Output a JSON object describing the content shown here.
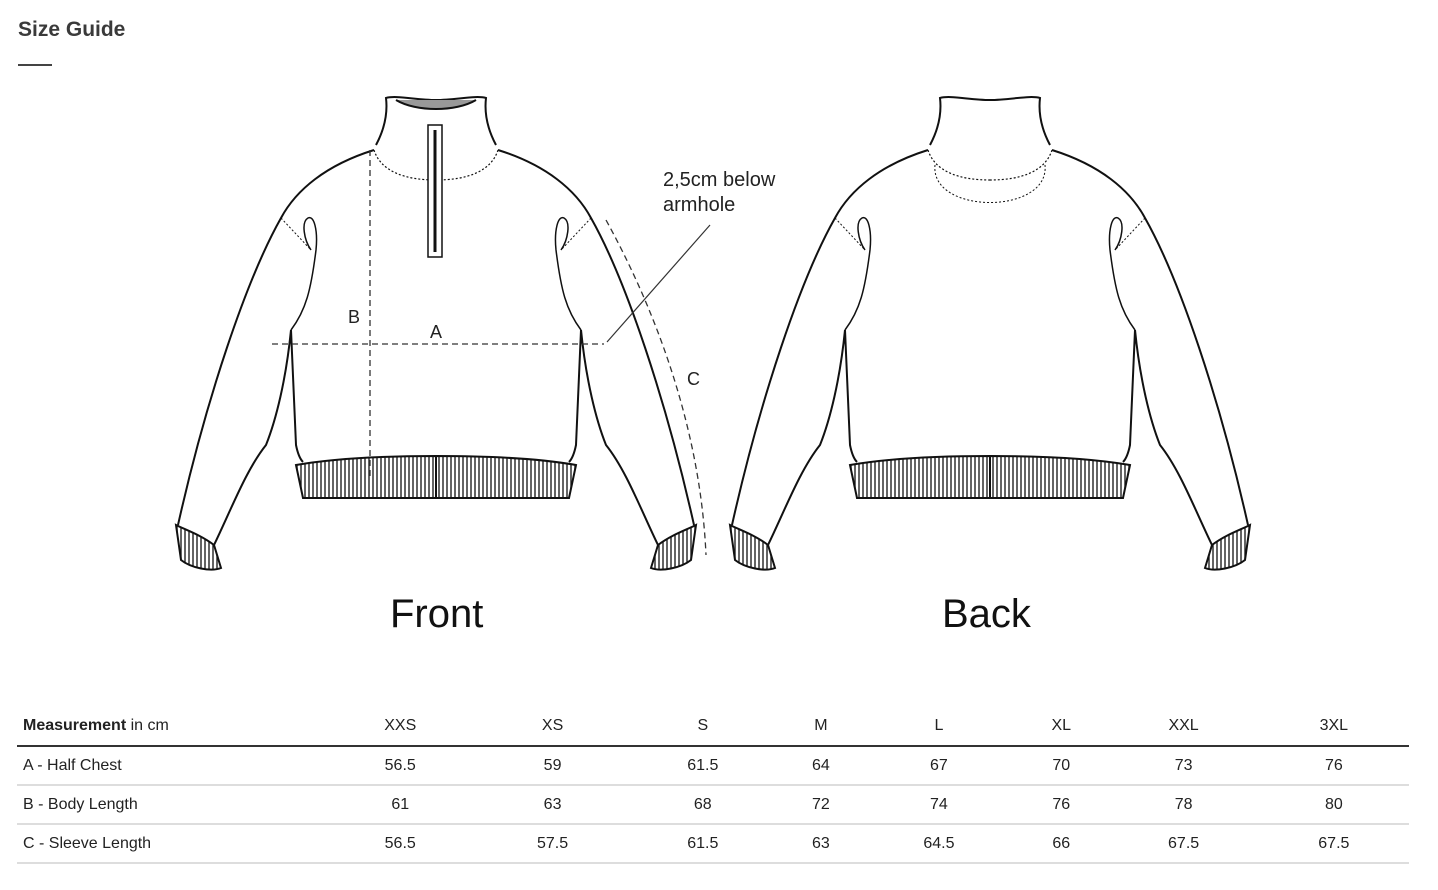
{
  "title": "Size Guide",
  "views": {
    "front": "Front",
    "back": "Back"
  },
  "annotation": {
    "line1": "2,5cm below",
    "line2": "armhole"
  },
  "markers": {
    "a": "A",
    "b": "B",
    "c": "C"
  },
  "table": {
    "header_bold": "Measurement",
    "header_unit": " in cm",
    "sizes": [
      "XXS",
      "XS",
      "S",
      "M",
      "L",
      "XL",
      "XXL",
      "3XL"
    ],
    "rows": [
      {
        "label": "A - Half Chest",
        "values": [
          "56.5",
          "59",
          "61.5",
          "64",
          "67",
          "70",
          "73",
          "76"
        ]
      },
      {
        "label": "B - Body Length",
        "values": [
          "61",
          "63",
          "68",
          "72",
          "74",
          "76",
          "78",
          "80"
        ]
      },
      {
        "label": "C - Sleeve Length",
        "values": [
          "56.5",
          "57.5",
          "61.5",
          "63",
          "64.5",
          "66",
          "67.5",
          "67.5"
        ]
      }
    ]
  }
}
